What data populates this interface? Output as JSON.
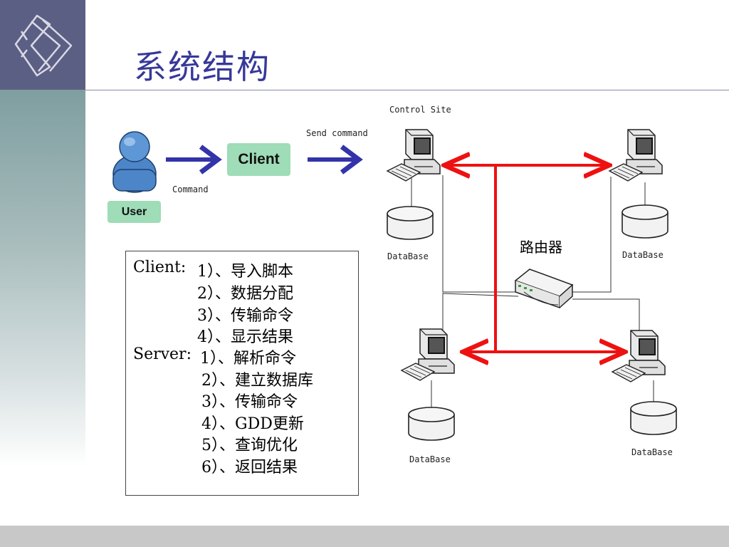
{
  "title": "系统结构",
  "labels": {
    "user": "User",
    "client": "Client",
    "command": "Command",
    "send_command": "Send command",
    "control_site": "Control Site",
    "router": "路由器",
    "database": "DataBase"
  },
  "client_section": {
    "head": "Client:",
    "items": [
      "1）、导入脚本",
      "2）、数据分配",
      "3）、传输命令",
      "4）、显示结果"
    ]
  },
  "server_section": {
    "head": "Server:",
    "items": [
      "1）、解析命令",
      "2）、建立数据库",
      "3）、传输命令",
      "4）、GDD更新",
      "5）、查询优化",
      "6）、返回结果"
    ]
  },
  "colors": {
    "arrow_blue": "#3333aa",
    "link_red": "#ee1111",
    "title_blue": "#36389a",
    "tag_green": "#9fdcb8"
  },
  "icons": [
    "logo-icon",
    "user-icon",
    "computer-icon",
    "database-icon",
    "router-icon"
  ]
}
